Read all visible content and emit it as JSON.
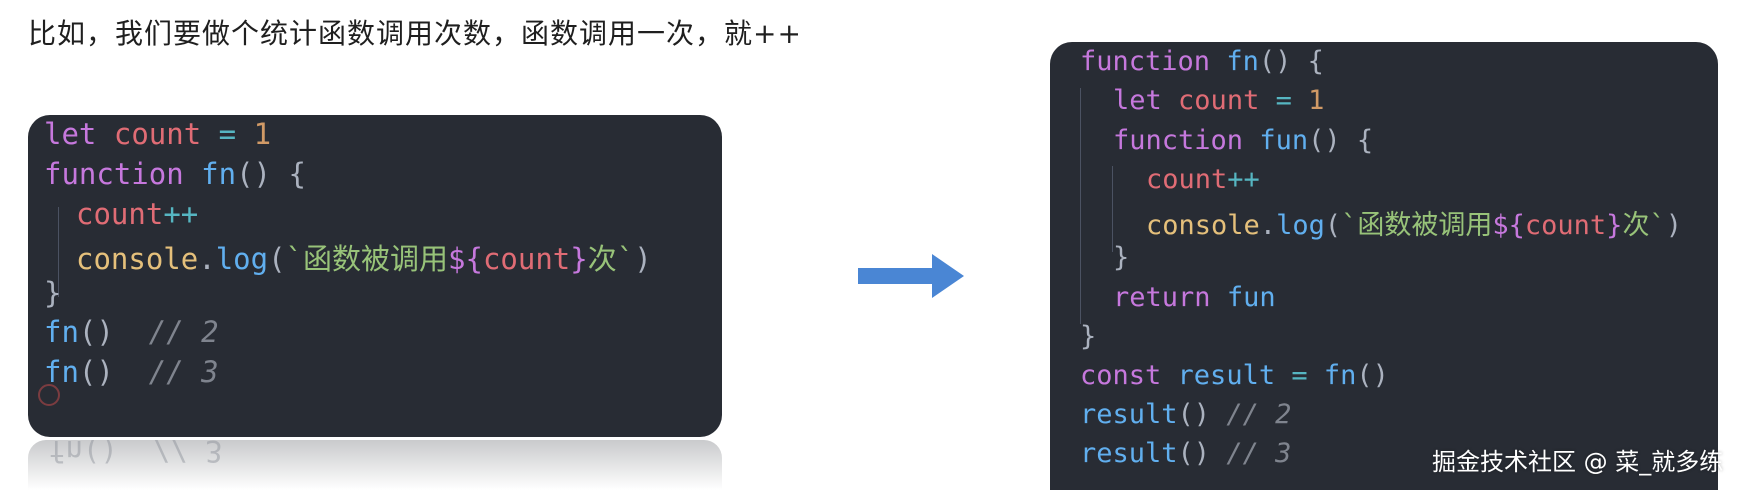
{
  "heading": "比如，我们要做个统计函数调用次数，函数调用一次，就++",
  "left_code": {
    "kw_let": "let",
    "var_count": "count",
    "op_eq": "=",
    "num_1": "1",
    "kw_function": "function",
    "fn_name": "fn",
    "paren_brace": "() {",
    "count_var": "count",
    "count_op": "++",
    "console": "console",
    "dot": ".",
    "log": "log",
    "open": "(",
    "tpl_start": "`函数被调用",
    "tpl_dollar": "${",
    "tpl_var": "count",
    "tpl_close": "}",
    "tpl_end": "次`",
    "close_paren": ")",
    "close_brace": "}",
    "call_fn": "fn",
    "call_parens": "()",
    "comment_2": "// 2",
    "comment_3": "// 3",
    "reflection_text": "fn()  // 3"
  },
  "right_code": {
    "kw_function": "function",
    "fn_name": "fn",
    "paren_brace": "() {",
    "kw_let": "let",
    "var_count": "count",
    "op_eq": "=",
    "num_1": "1",
    "inner_function": "function",
    "inner_name": "fun",
    "inner_paren_brace": "() {",
    "count_var": "count",
    "count_op": "++",
    "console": "console",
    "dot": ".",
    "log": "log",
    "open": "(",
    "tpl_start": "`函数被调用",
    "tpl_dollar": "${",
    "tpl_var": "count",
    "tpl_close": "}",
    "tpl_end": "次`",
    "close_paren": ")",
    "inner_close": "}",
    "kw_return": "return",
    "return_val": "fun",
    "outer_close": "}",
    "kw_const": "const",
    "result_var": "result",
    "fn_call": "fn",
    "call_parens": "()",
    "result_call": "result",
    "comment_2": "// 2",
    "comment_3": "// 3"
  },
  "watermark": "掘金技术社区 @ 菜_就多练",
  "colors": {
    "editor_bg": "#282c34",
    "keyword": "#c678dd",
    "variable": "#e06c75",
    "number": "#d19a66",
    "function": "#61afef",
    "operator": "#56b6c2",
    "string": "#98c379",
    "object": "#e5c07b",
    "comment": "#7f848e",
    "arrow": "#4a86d4"
  }
}
